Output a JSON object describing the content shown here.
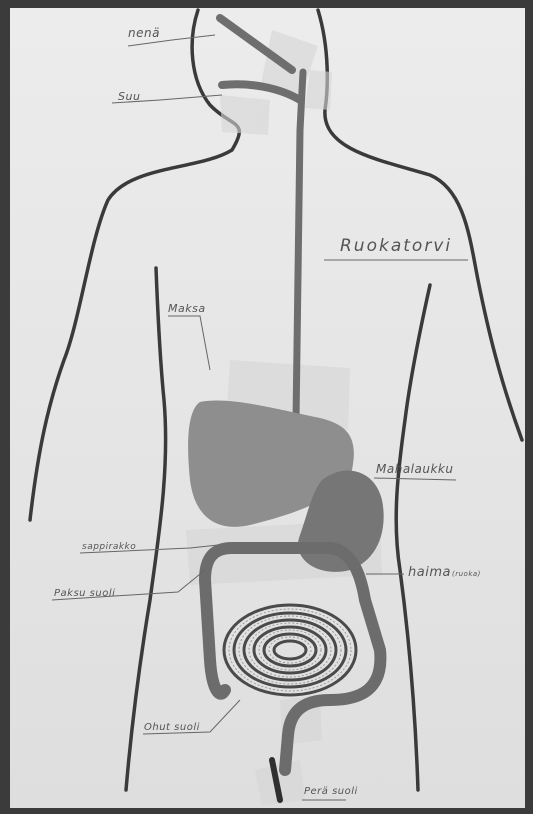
{
  "labels": {
    "nena": "nenä",
    "suu": "Suu",
    "ruokatorvi": "Ruokatorvi",
    "maksa": "Maksa",
    "mahalaukku": "Mahalaukku",
    "sappirakko": "sappirakko",
    "haima": "haima",
    "haima_note": "(ruoka)",
    "paksusuoli": "Paksu suoli",
    "ohutsuoli": "Ohut suoli",
    "perasuoli": "Perä suoli"
  },
  "colors": {
    "outline": "#3a3a3a",
    "organ_dark": "#7a7a7a",
    "organ_mid": "#8e8e8e",
    "tube": "#6e6e6e",
    "tape": "#cfcfcf",
    "ink": "#555555"
  }
}
